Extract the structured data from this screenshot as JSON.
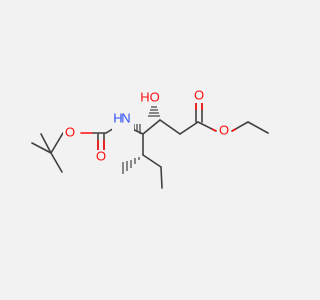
{
  "diagram": {
    "atoms": {
      "nh": {
        "text": "H",
        "prefix": "",
        "element": "N",
        "color_key": "nitrogen"
      },
      "ho": {
        "text": "HO",
        "element": "O",
        "color_key": "oxygen"
      },
      "carbamate_ester_o": {
        "text": "O",
        "element": "O",
        "color_key": "oxygen"
      },
      "carbamate_carbonyl_o": {
        "text": "O",
        "element": "O",
        "color_key": "oxygen"
      },
      "ester_carbonyl_o": {
        "text": "O",
        "element": "O",
        "color_key": "oxygen"
      },
      "ester_o": {
        "text": "O",
        "element": "O",
        "color_key": "oxygen"
      },
      "n_symbol": {
        "text": "N",
        "element": "N",
        "color_key": "nitrogen"
      }
    },
    "colors": {
      "oxygen": "#ff0d0d",
      "nitrogen": "#3050f8",
      "carbon_bond": "#404040",
      "background": "#f2f2f2"
    }
  }
}
